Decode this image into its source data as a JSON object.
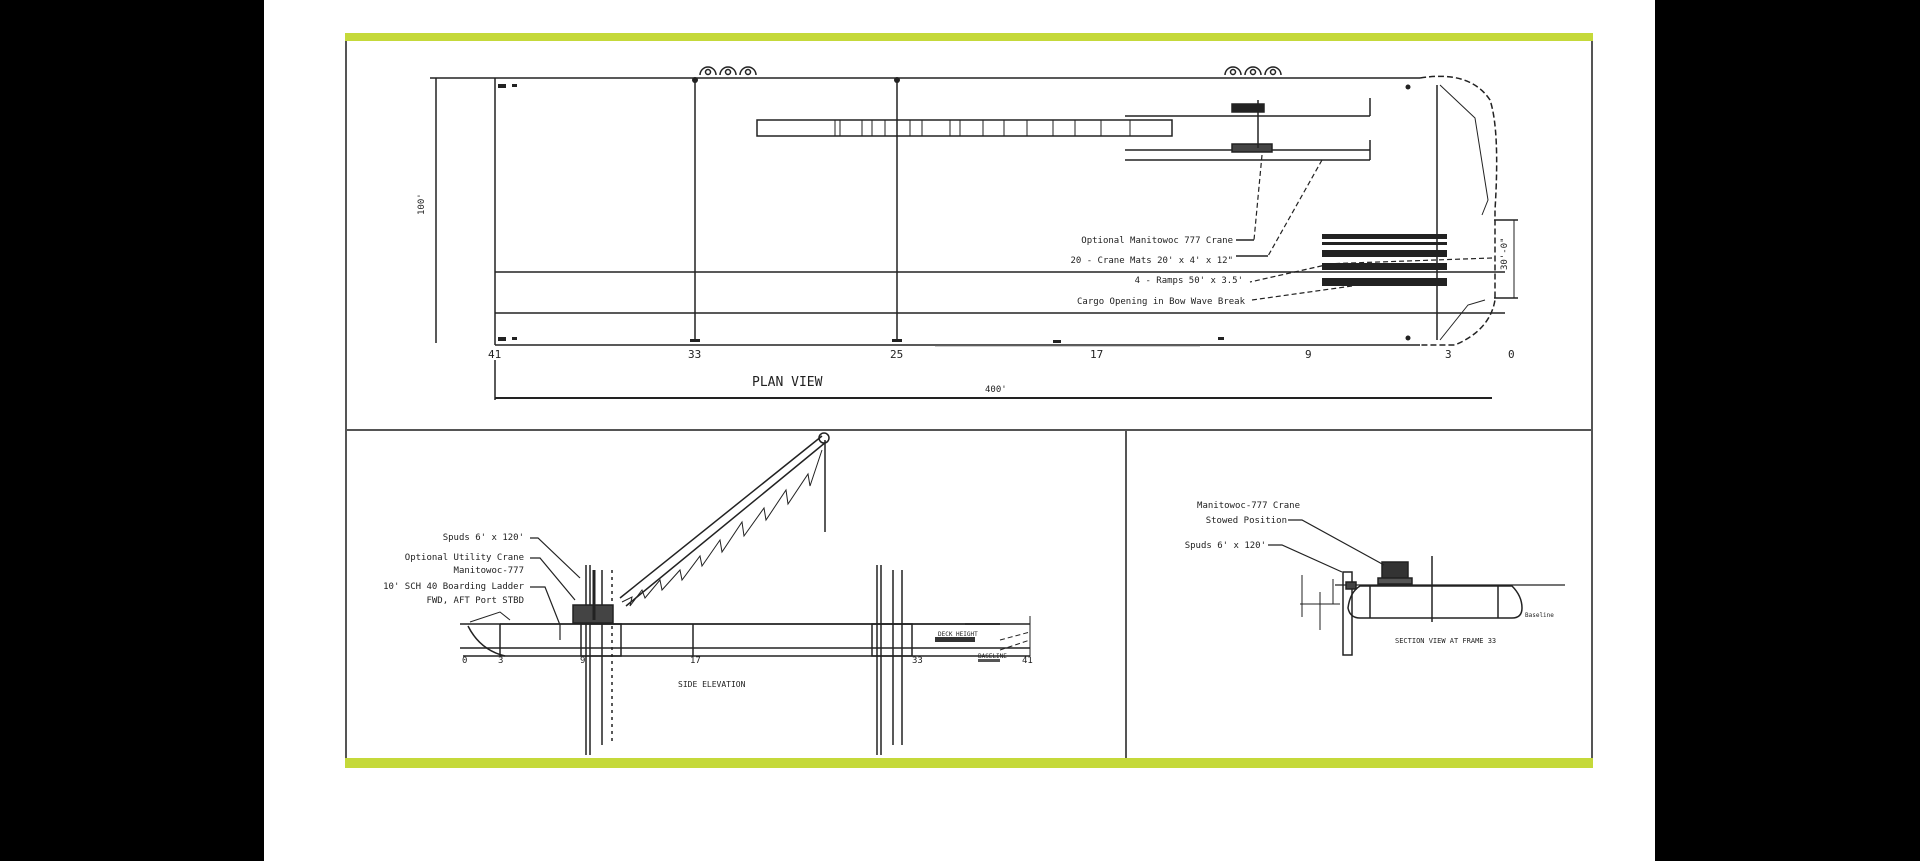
{
  "colors": {
    "background": "#000000",
    "page": "#ffffff",
    "accent_bar": "#c5d93a",
    "line": "#222222",
    "frame": "#555555"
  },
  "plan_view": {
    "title": "PLAN VIEW",
    "overall_length_dim": "400'",
    "width_dim": "100'",
    "ramp_opening_dim": "30'-0\"",
    "frame_stations": [
      "41",
      "33",
      "25",
      "17",
      "9",
      "3",
      "0"
    ],
    "callouts": [
      "Optional Manitowoc 777 Crane",
      "20 - Crane Mats 20' x 4' x 12\"",
      "4 - Ramps 50' x 3.5'",
      "Cargo Opening in Bow Wave Break"
    ]
  },
  "side_elevation": {
    "title": "SIDE ELEVATION",
    "callouts": [
      "Spuds 6' x 120'",
      "Optional Utility Crane",
      "Manitowoc-777",
      "10' SCH 40 Boarding Ladder",
      "FWD, AFT Port STBD"
    ],
    "stations_left": "0",
    "stations": [
      "3",
      "9",
      "17",
      "33",
      "41"
    ],
    "notes": [
      "DECK HEIGHT",
      "BASELINE"
    ]
  },
  "section_view": {
    "title": "SECTION VIEW AT FRAME 33",
    "callouts": [
      "Manitowoc-777 Crane",
      "Stowed Position",
      "Spuds 6' x 120'"
    ],
    "notes": [
      "Baseline"
    ]
  }
}
